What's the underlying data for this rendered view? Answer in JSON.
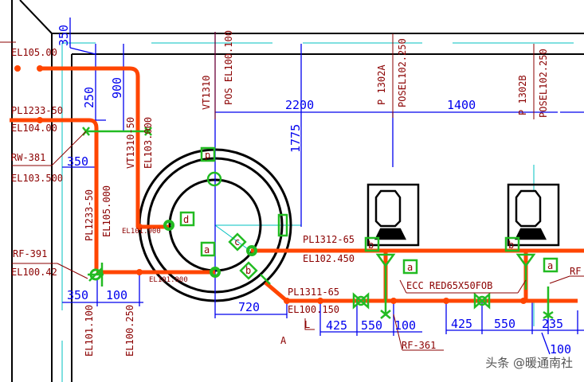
{
  "colors": {
    "pipe": "#ff4500",
    "fitting": "#22bb22",
    "dimension": "#0000ee",
    "label": "#8b0000",
    "grid": "#00c0c0",
    "structure": "#000000"
  },
  "labels": {
    "el105": "EL105.00",
    "pl1233_top": "PL1233-50",
    "el104": "EL104.00",
    "rw381": "RW-381",
    "el103500": "EL103.500",
    "vt1310": "VT1310",
    "pos_el100100": "POS EL100.100",
    "vt1310_50": "VT1310-50",
    "el103000": "EL103.000",
    "pl1233_v": "PL1233-50",
    "el105000": "EL105.000",
    "rf391": "RF-391",
    "el10042": "EL100.42",
    "el101900a": "EL101.900",
    "el101900b": "EL101.900",
    "el101100": "EL101.100",
    "el100250": "EL100.250",
    "p1302a": "P 1302A",
    "pos_a": "POSEL102.250",
    "p1302b": "P 1302B",
    "pos_b": "POSEL102.250",
    "pl1312": "PL1312-65",
    "el102450": "EL102.450",
    "pl1311": "PL1311-65",
    "el100150": "EL100.150",
    "ecc": "ECC RED65X50FOB",
    "rf361": "RF-361",
    "rf_right": "RF",
    "section": "A",
    "L": "L"
  },
  "tags": {
    "d": "d",
    "a1": "a",
    "c": "c",
    "b": "b",
    "p_top": "p",
    "b2": "b",
    "a2": "a",
    "b3": "b",
    "a3": "a"
  },
  "dimensions": {
    "d350_top": "350",
    "d250": "250",
    "d900": "900",
    "d350_left": "350",
    "d2200": "2200",
    "d1775": "1775",
    "d1400": "1400",
    "d350_bot": "350",
    "d100_bot": "100",
    "d720": "720",
    "d425a": "425",
    "d550a": "550",
    "d100a": "100",
    "d425b": "425",
    "d550b": "550",
    "d235": "235",
    "d100b": "100"
  },
  "watermark": "头条 @暖通南社"
}
